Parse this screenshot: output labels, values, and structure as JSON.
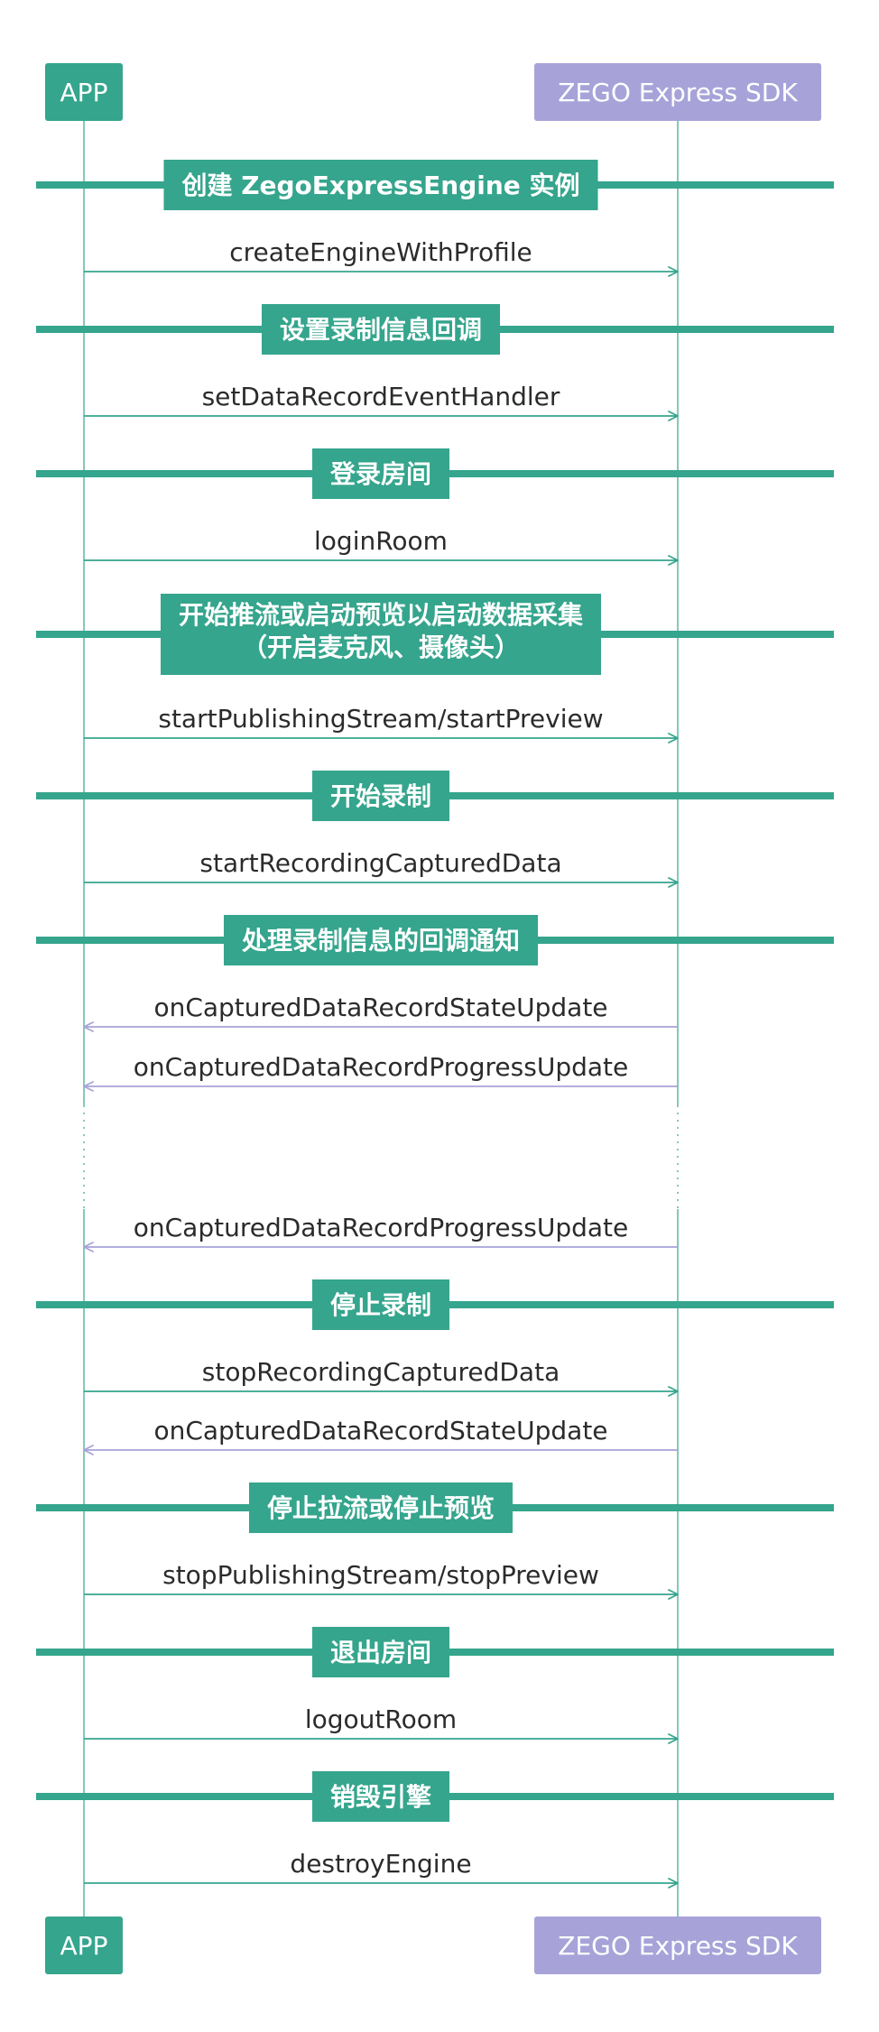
{
  "participants": [
    {
      "id": "app",
      "label": "APP",
      "color": "#35a58d",
      "text_color": "#ffffff"
    },
    {
      "id": "sdk",
      "label": "ZEGO Express SDK",
      "color": "#a7a3d9",
      "text_color": "#ffffff"
    }
  ],
  "colors": {
    "lifeline_app": "#35a58d",
    "lifeline_sdk": "#35a58d",
    "section_bar": "#35a58d",
    "call_arrow": "#35a58d",
    "callback_arrow": "#a7a3d9",
    "message_text": "#2b2b2b"
  },
  "sequence": [
    {
      "kind": "section",
      "lines": [
        "创建 ZegoExpressEngine 实例"
      ]
    },
    {
      "kind": "message",
      "from": "app",
      "to": "sdk",
      "label": "createEngineWithProfile"
    },
    {
      "kind": "section",
      "lines": [
        "设置录制信息回调"
      ]
    },
    {
      "kind": "message",
      "from": "app",
      "to": "sdk",
      "label": "setDataRecordEventHandler"
    },
    {
      "kind": "section",
      "lines": [
        "登录房间"
      ]
    },
    {
      "kind": "message",
      "from": "app",
      "to": "sdk",
      "label": "loginRoom"
    },
    {
      "kind": "section",
      "lines": [
        "开始推流或启动预览以启动数据采集",
        "（开启麦克风、摄像头）"
      ]
    },
    {
      "kind": "message",
      "from": "app",
      "to": "sdk",
      "label": "startPublishingStream/startPreview"
    },
    {
      "kind": "section",
      "lines": [
        "开始录制"
      ]
    },
    {
      "kind": "message",
      "from": "app",
      "to": "sdk",
      "label": "startRecordingCapturedData"
    },
    {
      "kind": "section",
      "lines": [
        "处理录制信息的回调通知"
      ]
    },
    {
      "kind": "message",
      "from": "sdk",
      "to": "app",
      "label": "onCapturedDataRecordStateUpdate"
    },
    {
      "kind": "message",
      "from": "sdk",
      "to": "app",
      "label": "onCapturedDataRecordProgressUpdate"
    },
    {
      "kind": "gap"
    },
    {
      "kind": "message",
      "from": "sdk",
      "to": "app",
      "label": "onCapturedDataRecordProgressUpdate"
    },
    {
      "kind": "section",
      "lines": [
        "停止录制"
      ]
    },
    {
      "kind": "message",
      "from": "app",
      "to": "sdk",
      "label": "stopRecordingCapturedData"
    },
    {
      "kind": "message",
      "from": "sdk",
      "to": "app",
      "label": "onCapturedDataRecordStateUpdate"
    },
    {
      "kind": "section",
      "lines": [
        "停止拉流或停止预览"
      ]
    },
    {
      "kind": "message",
      "from": "app",
      "to": "sdk",
      "label": "stopPublishingStream/stopPreview"
    },
    {
      "kind": "section",
      "lines": [
        "退出房间"
      ]
    },
    {
      "kind": "message",
      "from": "app",
      "to": "sdk",
      "label": "logoutRoom"
    },
    {
      "kind": "section",
      "lines": [
        "销毁引擎"
      ]
    },
    {
      "kind": "message",
      "from": "app",
      "to": "sdk",
      "label": "destroyEngine"
    }
  ]
}
